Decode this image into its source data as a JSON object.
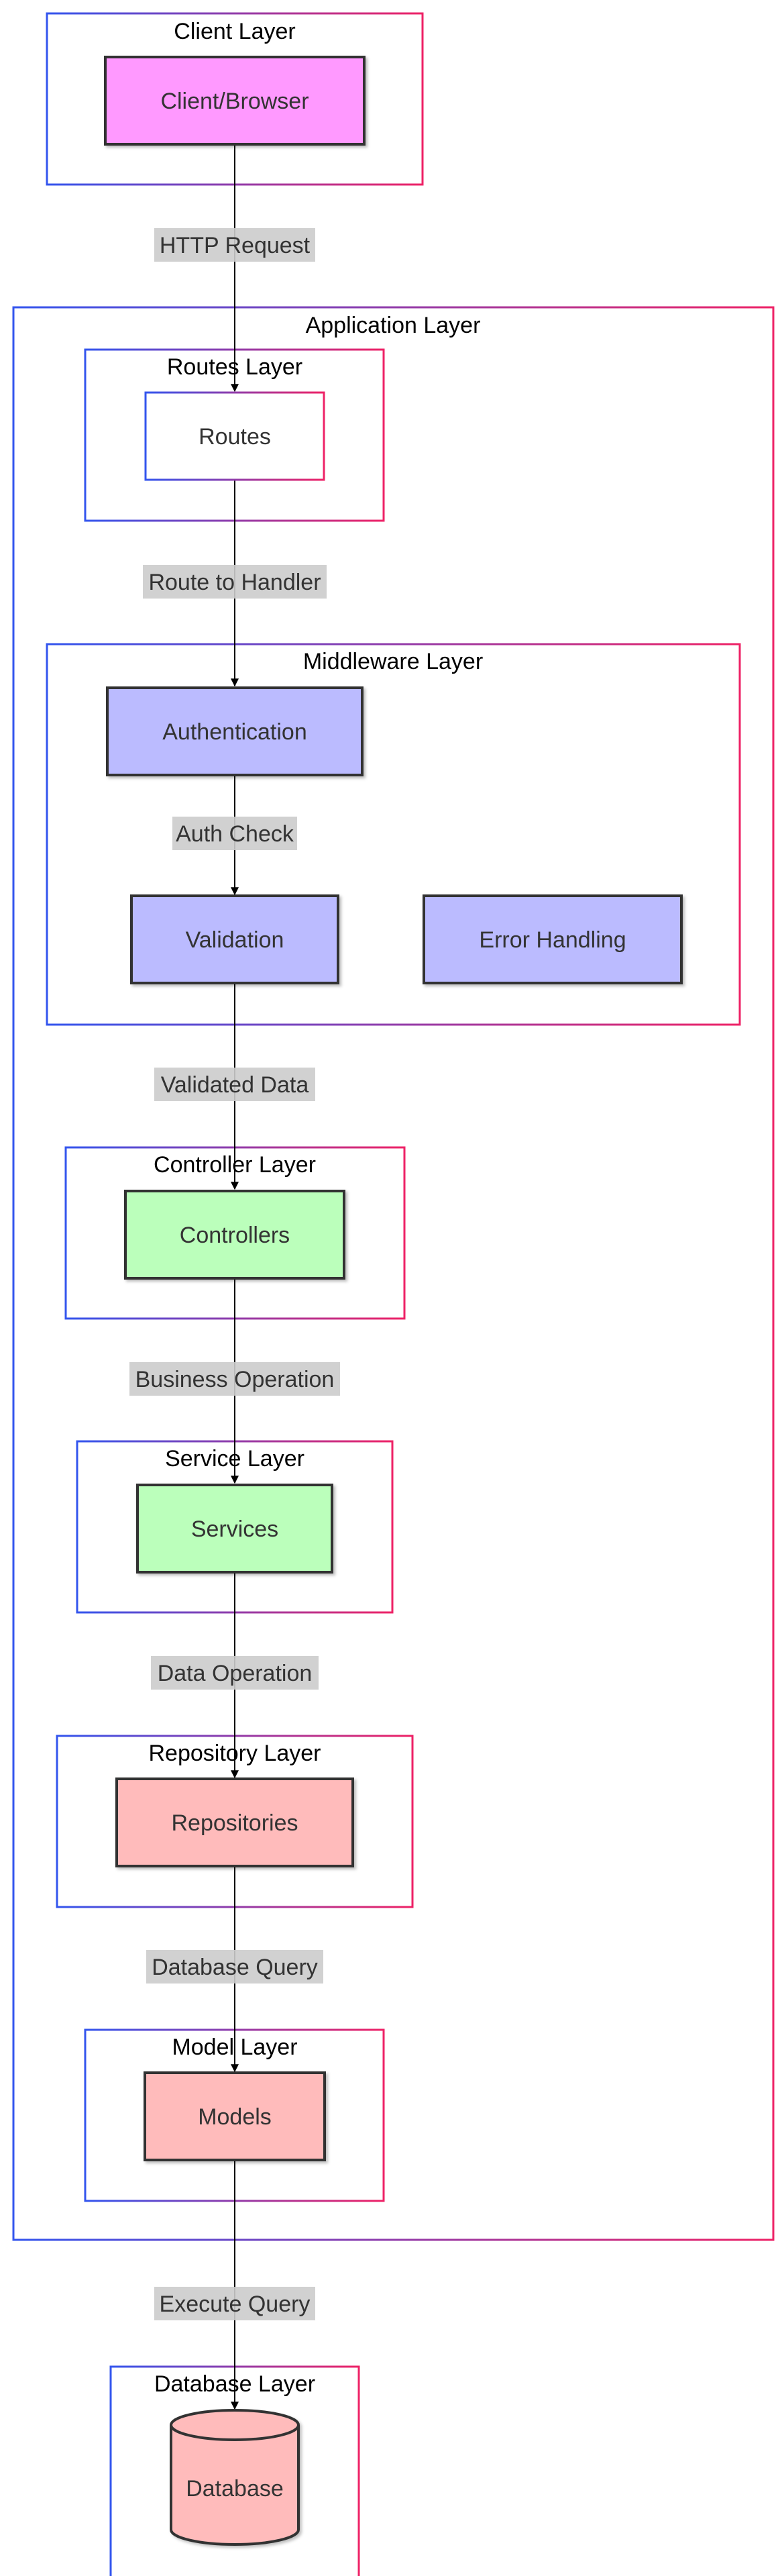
{
  "clusters": {
    "client": "Client Layer",
    "application": "Application Layer",
    "routes": "Routes Layer",
    "middleware": "Middleware Layer",
    "controller": "Controller Layer",
    "service": "Service Layer",
    "repository": "Repository Layer",
    "model": "Model Layer",
    "database": "Database Layer"
  },
  "nodes": {
    "client": "Client/Browser",
    "routes": "Routes",
    "authentication": "Authentication",
    "validation": "Validation",
    "error_handling": "Error Handling",
    "controllers": "Controllers",
    "services": "Services",
    "repositories": "Repositories",
    "models": "Models",
    "database": "Database"
  },
  "edges": {
    "http_request": "HTTP Request",
    "route_to_handler": "Route to Handler",
    "auth_check": "Auth Check",
    "validated_data": "Validated Data",
    "business_operation": "Business Operation",
    "data_operation": "Data Operation",
    "database_query": "Database Query",
    "execute_query": "Execute Query"
  },
  "colors": {
    "client_fill": "#ff99ff",
    "middleware_fill": "#bbbbff",
    "controller_service_fill": "#bbffbb",
    "data_fill": "#ffbbbb",
    "plain_fill": "#ffffff",
    "cluster_border_start": "#3355ee",
    "cluster_border_end": "#ee2266",
    "edge_label_bg": "#cccccc",
    "node_border": "#333333"
  }
}
